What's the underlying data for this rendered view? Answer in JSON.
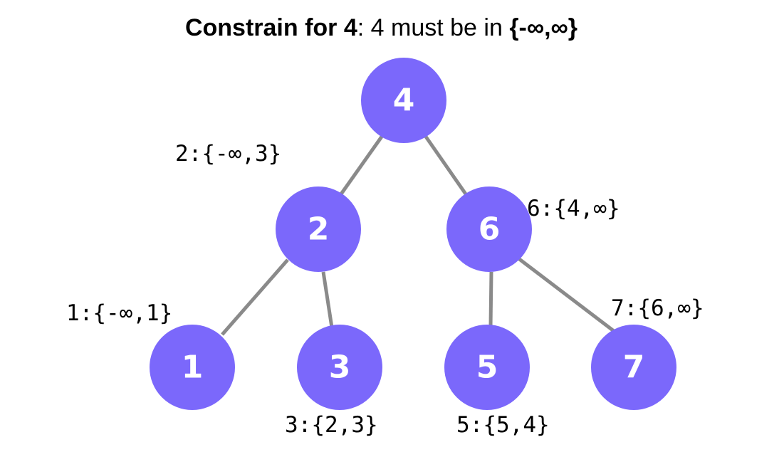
{
  "title": {
    "prefix": "Constrain for 4",
    "middle": ": 4 must be in ",
    "range": "{-∞,∞}"
  },
  "nodes": [
    {
      "id": "4",
      "label": "4",
      "parent": null
    },
    {
      "id": "2",
      "label": "2",
      "parent": "4"
    },
    {
      "id": "6",
      "label": "6",
      "parent": "4"
    },
    {
      "id": "1",
      "label": "1",
      "parent": "2"
    },
    {
      "id": "3",
      "label": "3",
      "parent": "2"
    },
    {
      "id": "5",
      "label": "5",
      "parent": "6"
    },
    {
      "id": "7",
      "label": "7",
      "parent": "6"
    }
  ],
  "constraints": [
    {
      "node": "2",
      "text": "2:{-∞,3}"
    },
    {
      "node": "6",
      "text": "6:{4,∞}"
    },
    {
      "node": "1",
      "text": "1:{-∞,1}"
    },
    {
      "node": "7",
      "text": "7:{6,∞}"
    },
    {
      "node": "3",
      "text": "3:{2,3}"
    },
    {
      "node": "5",
      "text": "5:{5,4}"
    }
  ],
  "colors": {
    "node_fill": "#7b68fb",
    "edge": "#8a8a8a",
    "node_text": "#ffffff"
  }
}
